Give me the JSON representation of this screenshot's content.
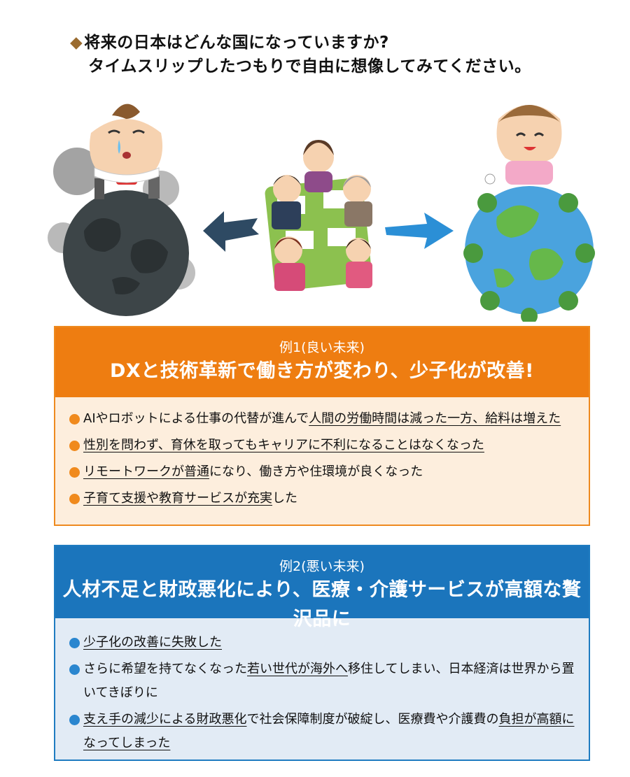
{
  "question": {
    "marker": "◆",
    "line1": "将来の日本はどんな国になっていますか?",
    "line2": "タイムスリップしたつもりで自由に想像してみてください。"
  },
  "colors": {
    "orange": "#ee7d11",
    "orange_bg": "#fdeedd",
    "blue": "#1b75bc",
    "blue_bg": "#e2ebf5"
  },
  "illustration": {
    "left": "crying-baby-on-polluted-earth",
    "center": "family-meeting-around-table",
    "right": "smiling-child-on-green-earth"
  },
  "example1": {
    "label": "例1(良い未来)",
    "title": "DXと技術革新で働き方が変わり、少子化が改善!",
    "items": [
      {
        "a": "AIやロボットによる仕事の代替が進んで",
        "u": "人間の労働時間は減った一方、給料は増えた",
        "b": ""
      },
      {
        "a": "",
        "u": "性別を問わず、育休を取ってもキャリアに不利になることはなくなった",
        "b": ""
      },
      {
        "a": "",
        "u": "リモートワークが普通",
        "b": "になり、働き方や住環境が良くなった"
      },
      {
        "a": "",
        "u": "子育て支援や教育サービスが充実",
        "b": "した"
      }
    ]
  },
  "example2": {
    "label": "例2(悪い未来)",
    "title": "人材不足と財政悪化により、医療・介護サービスが高額な贅沢品に",
    "items": [
      {
        "a": "",
        "u": "少子化の改善に失敗した",
        "b": ""
      },
      {
        "a": "さらに希望を持てなくなった",
        "u": "若い世代が海外へ",
        "b": "移住してしまい、日本経済は世界から置いてきぼりに"
      },
      {
        "a": "",
        "u": "支え手の減少による財政悪化",
        "b": "で社会保障制度が破綻し、医療費や介護費の",
        "u2": "負担が高額になってしまった"
      }
    ]
  }
}
